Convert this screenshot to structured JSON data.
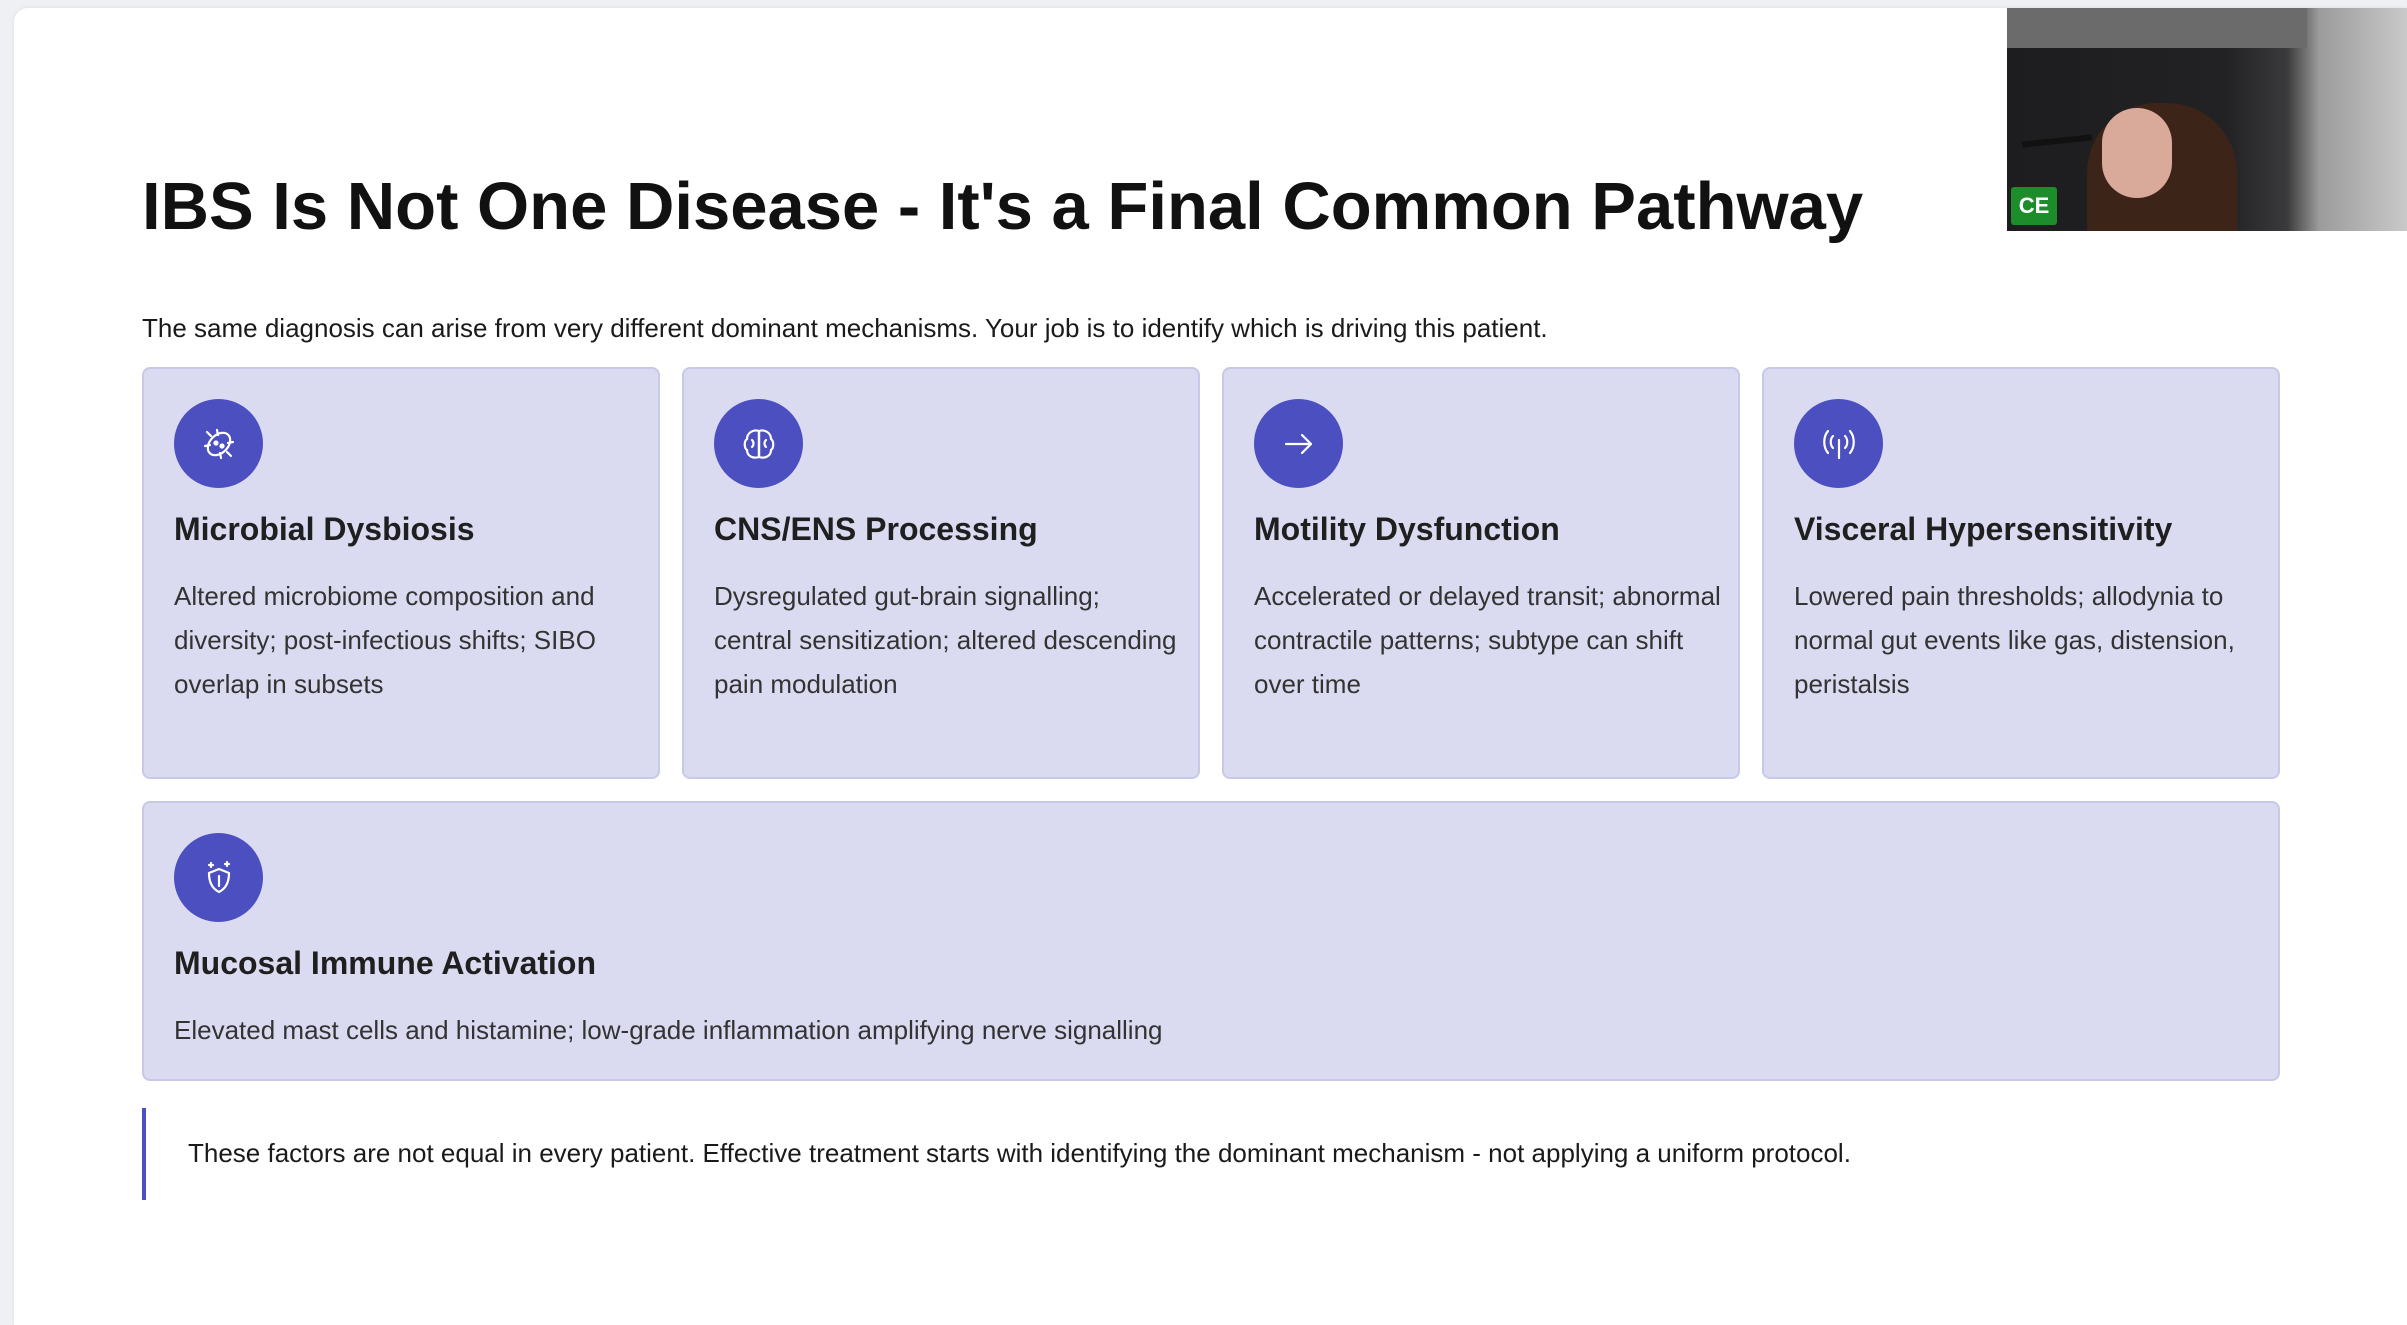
{
  "slide": {
    "title": "IBS Is Not One Disease - It's a Final Common Pathway",
    "subtitle": "The same diagnosis can arise from very different dominant mechanisms. Your job is to identify which is driving this patient.",
    "cards": [
      {
        "icon": "bacteria-icon",
        "title": "Microbial Dysbiosis",
        "description": "Altered microbiome composition and diversity; post-infectious shifts; SIBO overlap in subsets"
      },
      {
        "icon": "brain-icon",
        "title": "CNS/ENS Processing",
        "description": "Dysregulated gut-brain signalling; central sensitization; altered descending pain modulation"
      },
      {
        "icon": "arrow-right-icon",
        "title": "Motility Dysfunction",
        "description": "Accelerated or delayed transit; abnormal contractile patterns; subtype can shift over time"
      },
      {
        "icon": "signal-icon",
        "title": "Visceral Hypersensitivity",
        "description": "Lowered pain thresholds; allodynia to normal gut events like gas, distension, peristalsis"
      },
      {
        "icon": "shield-sparkle-icon",
        "title": "Mucosal Immune Activation",
        "description": "Elevated mast cells and histamine; low-grade inflammation amplifying nerve signalling"
      }
    ],
    "callout": "These factors are not equal in every patient. Effective treatment starts with identifying the dominant mechanism - not applying a uniform protocol."
  },
  "webcam": {
    "initials": "CE"
  },
  "colors": {
    "card_background": "#dadbf1",
    "icon_background": "#4b4fbf",
    "accent": "#4b4fbf",
    "badge": "#1d8c2b"
  }
}
